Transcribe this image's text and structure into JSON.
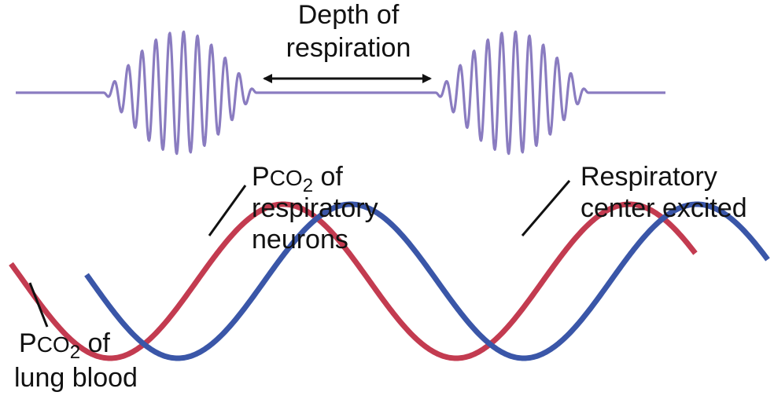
{
  "labels": {
    "depth": {
      "line1": "Depth of",
      "line2": "respiration"
    },
    "neurons": {
      "prefix": "P",
      "gas": "CO",
      "subscript": "2",
      "suffix": " of",
      "line2": "respiratory",
      "line3": "neurons"
    },
    "lung": {
      "prefix": "P",
      "gas": "CO",
      "subscript": "2",
      "suffix": " of",
      "line2": "lung blood"
    },
    "excited": {
      "line1": "Respiratory",
      "line2": "center excited"
    }
  },
  "colors": {
    "breathing_trace": "#8a7cc0",
    "neuron_wave": "#3a56a8",
    "lung_wave": "#c33b50",
    "excited_area": "#c9c5cc",
    "arrow": "#111111"
  }
}
